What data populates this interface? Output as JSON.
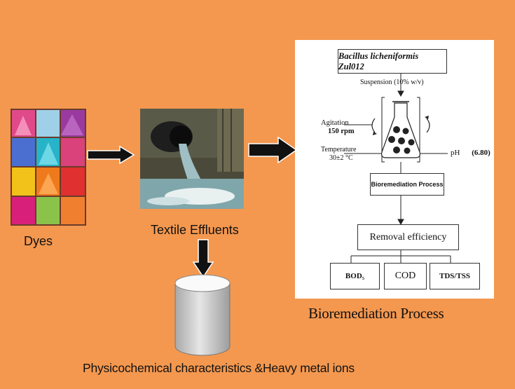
{
  "left": {
    "dyes_label": "Dyes",
    "effluents_label": "Textile Effluents",
    "physchem_label": "Physicochemical characteristics &Heavy metal ions"
  },
  "process": {
    "organism": "Bacillus licheniformis Zul012",
    "suspension_label": "Suspension",
    "suspension_value": "(10% w/v)",
    "agitation_label": "Agitation",
    "agitation_value": "150 rpm",
    "temperature_label": "Temperature",
    "temperature_value": "30±2 °C",
    "ph_label": "pH",
    "ph_value": "(6.80)",
    "bioremediation_box": "Bioremediation Process",
    "removal_efficiency": "Removal efficiency",
    "outputs": [
      "BOD₅",
      "COD",
      "TDS/TSS"
    ],
    "caption": "Bioremediation Process"
  },
  "colors": {
    "background": "#f4984f",
    "arrow": "#111111",
    "panel": "#ffffff"
  }
}
